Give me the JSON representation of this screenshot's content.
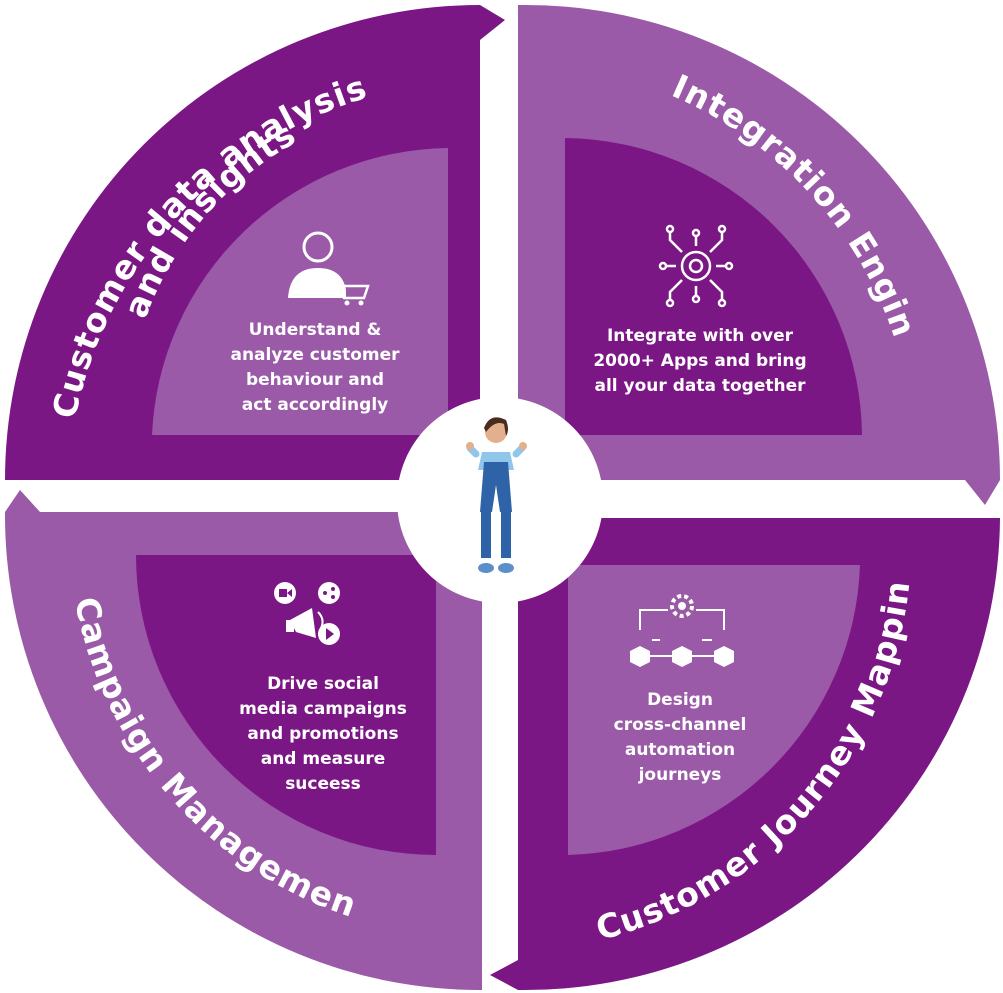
{
  "colors": {
    "dark_purple": "#7b1785",
    "light_purple": "#9a5aa8",
    "center": "#ffffff"
  },
  "quadrants": [
    {
      "id": "top-left",
      "title_lines": [
        "Customer data analysis",
        "and insights"
      ],
      "description_lines": [
        "Understand &",
        "analyze customer",
        "behaviour and",
        "act accordingly"
      ],
      "icon": "customer-cart-icon"
    },
    {
      "id": "top-right",
      "title_lines": [
        "Integration Engine"
      ],
      "description_lines": [
        "Integrate with over",
        "2000+ Apps and bring",
        "all your data together"
      ],
      "icon": "gear-circuit-icon"
    },
    {
      "id": "bottom-left",
      "title_lines": [
        "Campaign Management"
      ],
      "description_lines": [
        "Drive social",
        "media campaigns",
        "and promotions",
        "and measure",
        "suceess"
      ],
      "icon": "megaphone-media-icon"
    },
    {
      "id": "bottom-right",
      "title_lines": [
        "Customer Journey Mapping"
      ],
      "description_lines": [
        "Design",
        "cross-channel",
        "automation",
        "journeys"
      ],
      "icon": "automation-workflow-icon"
    }
  ],
  "center_figure": "thumbs-up-person-icon"
}
